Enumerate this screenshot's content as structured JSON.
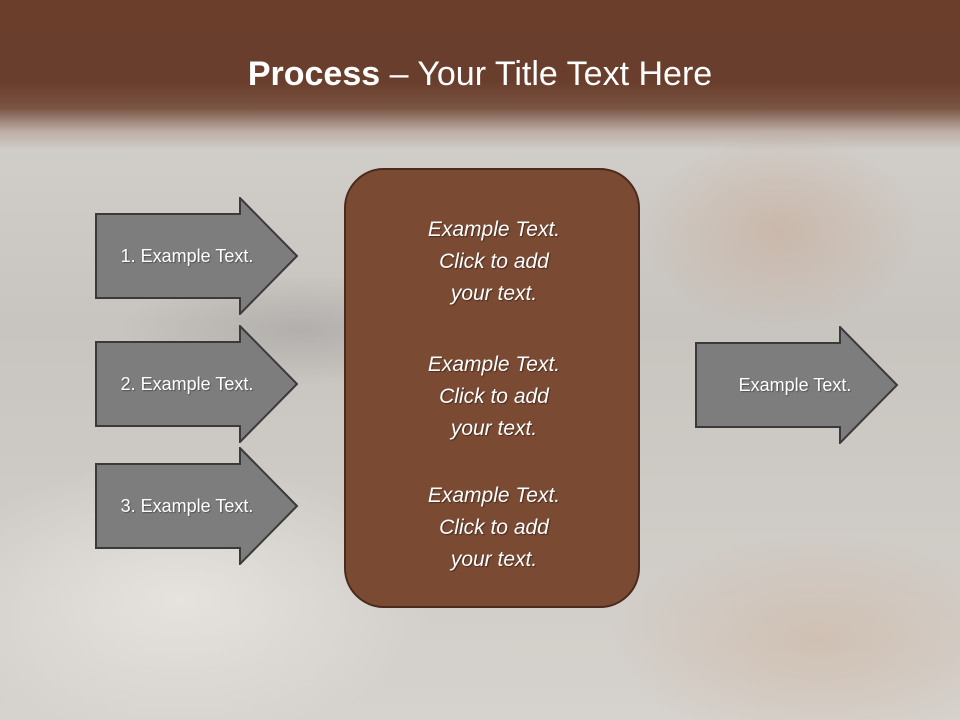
{
  "slide": {
    "title_bold": "Process",
    "title_rest": " – Your Title Text Here"
  },
  "left_arrows": [
    {
      "label": "1. Example Text."
    },
    {
      "label": "2. Example Text."
    },
    {
      "label": "3. Example Text."
    }
  ],
  "center_box": {
    "blocks": [
      {
        "line1": "Example Text.",
        "line2": "Click  to add",
        "line3": "your text."
      },
      {
        "line1": "Example Text.",
        "line2": "Click  to add",
        "line3": "your text."
      },
      {
        "line1": "Example Text.",
        "line2": "Click  to add",
        "line3": "your text."
      }
    ]
  },
  "right_arrow": {
    "label": "Example Text."
  },
  "colors": {
    "header_brown": "#6b3e2c",
    "box_brown": "#7a4a33",
    "arrow_gray": "#7d7d7d",
    "text": "#ffffff"
  }
}
